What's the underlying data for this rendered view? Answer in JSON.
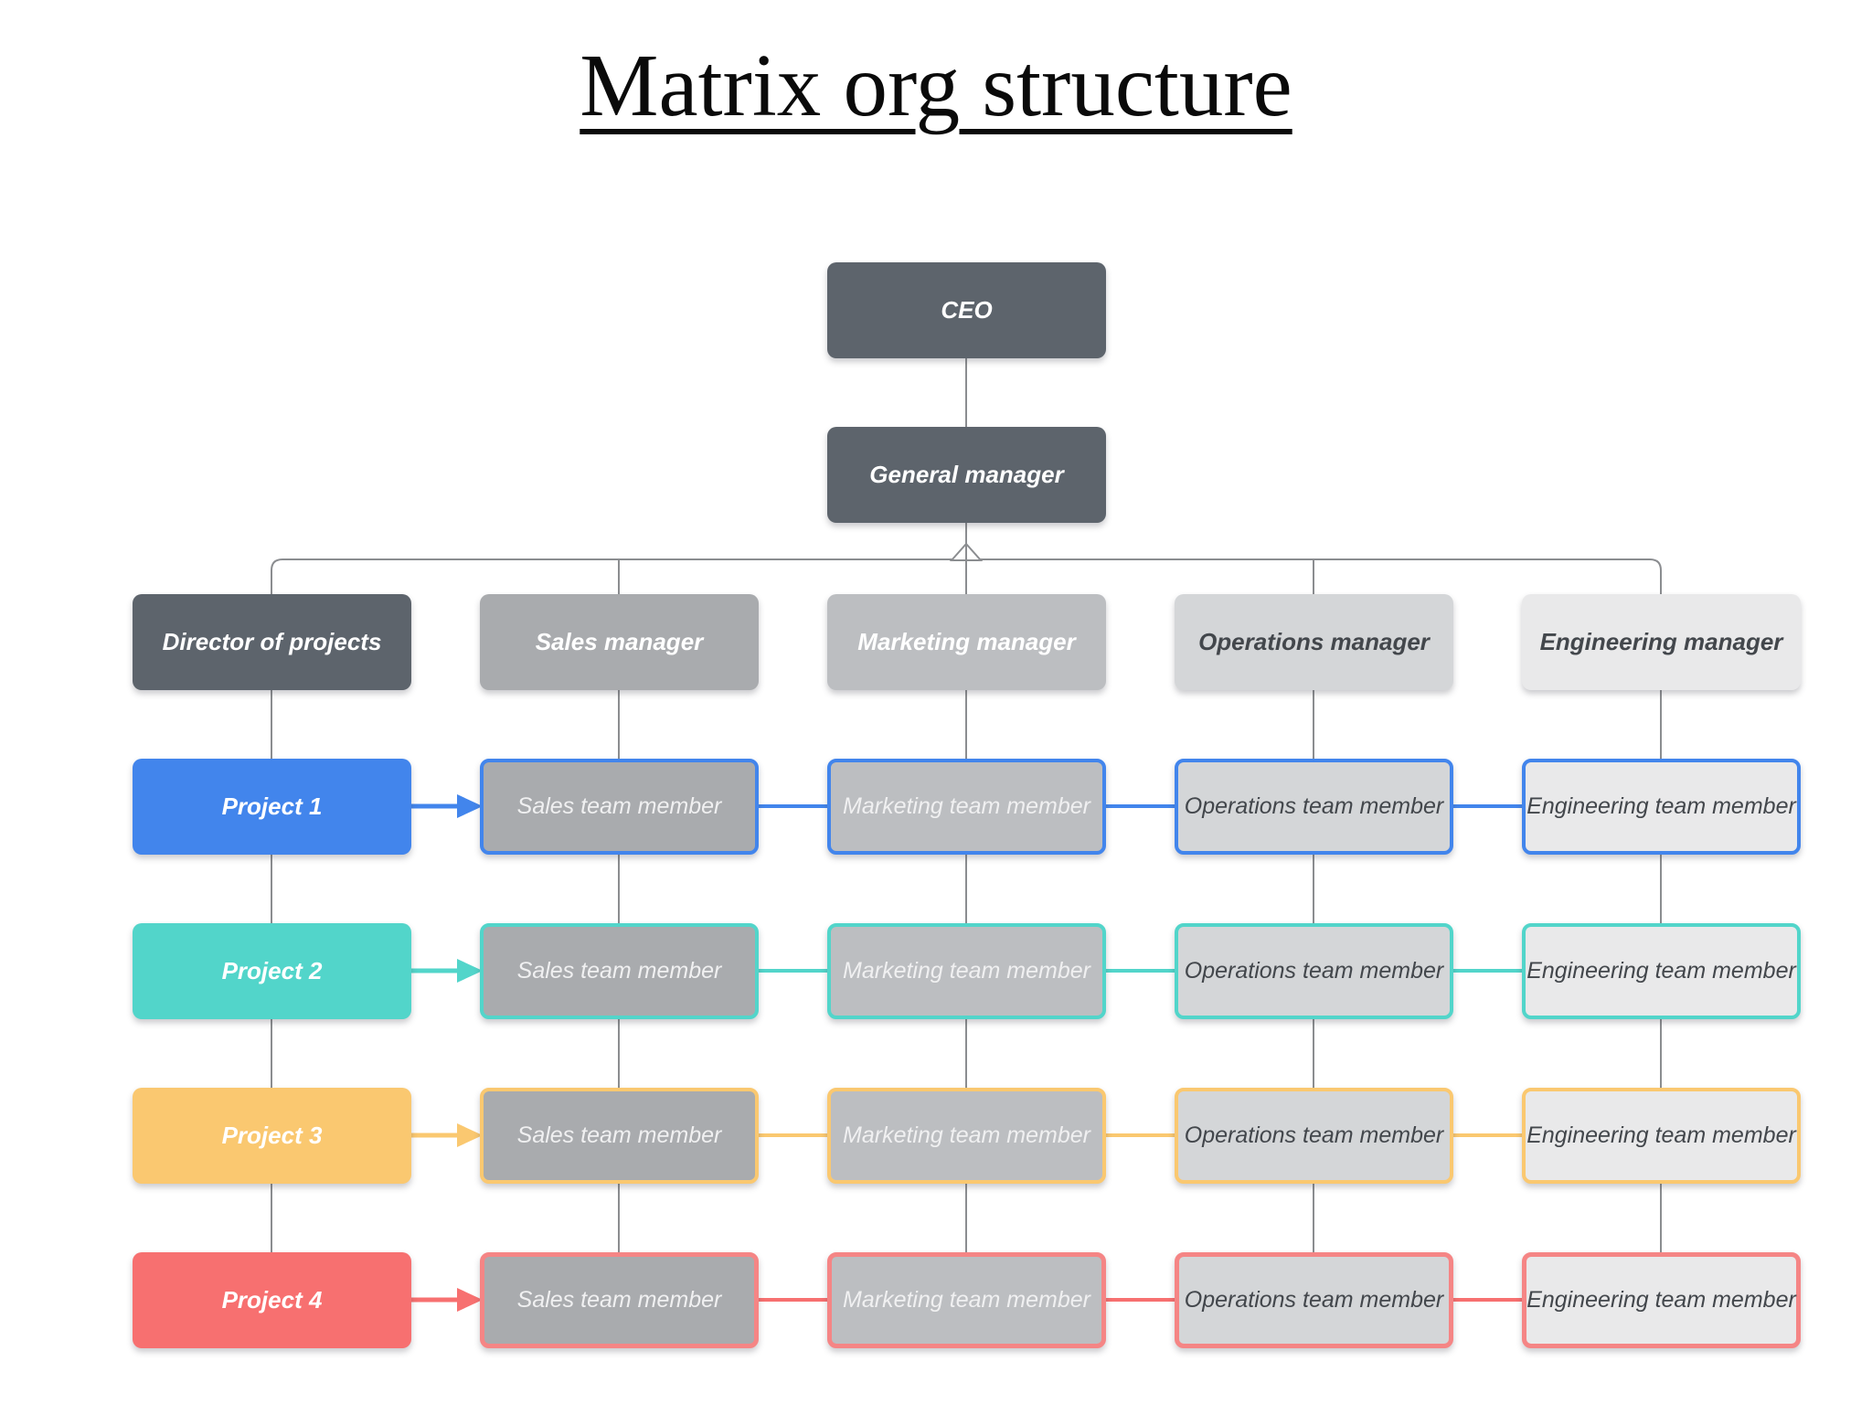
{
  "title": "Matrix org structure",
  "nodes": {
    "ceo": "CEO",
    "general_manager": "General manager"
  },
  "managers": [
    {
      "label": "Director of projects"
    },
    {
      "label": "Sales manager"
    },
    {
      "label": "Marketing manager"
    },
    {
      "label": "Operations manager"
    },
    {
      "label": "Engineering manager"
    }
  ],
  "rows": [
    {
      "project": "Project 1",
      "color": "#4285ec",
      "members": [
        "Sales team member",
        "Marketing team member",
        "Operations team member",
        "Engineering team member"
      ]
    },
    {
      "project": "Project 2",
      "color": "#52d5ca",
      "members": [
        "Sales team member",
        "Marketing team member",
        "Operations team member",
        "Engineering team member"
      ]
    },
    {
      "project": "Project 3",
      "color": "#fac870",
      "members": [
        "Sales team member",
        "Marketing team member",
        "Operations team member",
        "Engineering team member"
      ]
    },
    {
      "project": "Project 4",
      "color": "#f77070",
      "members": [
        "Sales team member",
        "Marketing team member",
        "Operations team member",
        "Engineering team member"
      ]
    }
  ],
  "colors": {
    "node_dark": "#5d646c",
    "node_gray_sales": "#a9abae",
    "node_gray_marketing": "#bcbec1",
    "node_gray_operations": "#d4d6d8",
    "node_gray_engineering": "#e9e9ea",
    "connector_gray": "#8b8d90",
    "project_blue": "#4285ec",
    "project_teal": "#52d5ca",
    "project_orange": "#fac870",
    "project_red": "#f77070",
    "text_light": "#ffffff",
    "text_dark": "#43474c"
  }
}
